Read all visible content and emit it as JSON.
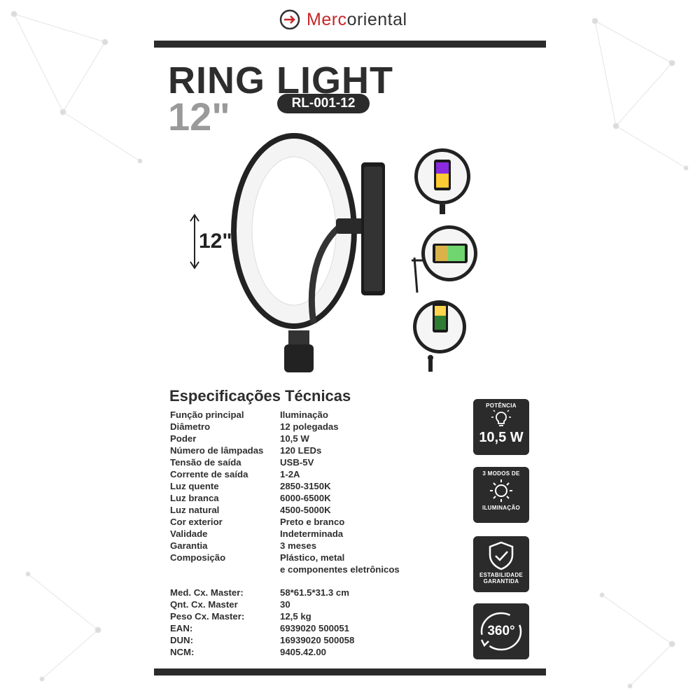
{
  "brand": {
    "name_part1": "Merc",
    "name_part2": "oriental"
  },
  "product": {
    "title": "RING LIGHT",
    "size": "12\"",
    "model": "RL-001-12",
    "dimension_label": "12\""
  },
  "specs": {
    "heading": "Especificações Técnicas",
    "rows": [
      {
        "k": "Função principal",
        "v": "Iluminação"
      },
      {
        "k": "Diâmetro",
        "v": "12 polegadas"
      },
      {
        "k": "Poder",
        "v": "10,5 W"
      },
      {
        "k": "Número de lâmpadas",
        "v": "120 LEDs"
      },
      {
        "k": "Tensão de saída",
        "v": "USB-5V"
      },
      {
        "k": "Corrente de saída",
        "v": "1-2A"
      },
      {
        "k": "Luz quente",
        "v": "2850-3150K"
      },
      {
        "k": "Luz branca",
        "v": "6000-6500K"
      },
      {
        "k": "Luz natural",
        "v": "4500-5000K"
      },
      {
        "k": "Cor exterior",
        "v": "Preto e branco"
      },
      {
        "k": "Validade",
        "v": "Indeterminada"
      },
      {
        "k": "Garantia",
        "v": "3 meses"
      },
      {
        "k": "Composição",
        "v": "Plástico, metal"
      }
    ],
    "composition_cont": "e componentes eletrônicos",
    "master": [
      {
        "k": "Med. Cx. Master:",
        "v": "58*61.5*31.3 cm"
      },
      {
        "k": "Qnt. Cx. Master",
        "v": "30"
      },
      {
        "k": "Peso Cx. Master:",
        "v": "12,5 kg"
      },
      {
        "k": "EAN:",
        "v": "6939020 500051"
      },
      {
        "k": "DUN:",
        "v": "16939020 500058"
      },
      {
        "k": "NCM:",
        "v": "9405.42.00"
      }
    ]
  },
  "badges": {
    "power_label": "POTÊNCIA",
    "power_value": "10,5 W",
    "modes_top": "3 MODOS DE",
    "modes_bottom": "ILUMINAÇÃO",
    "stability_1": "ESTABILIDADE",
    "stability_2": "GARANTIDA",
    "rotation": "360°"
  },
  "colors": {
    "dark": "#2b2b2b",
    "accent": "#c62828",
    "gray": "#9a9a9a"
  }
}
